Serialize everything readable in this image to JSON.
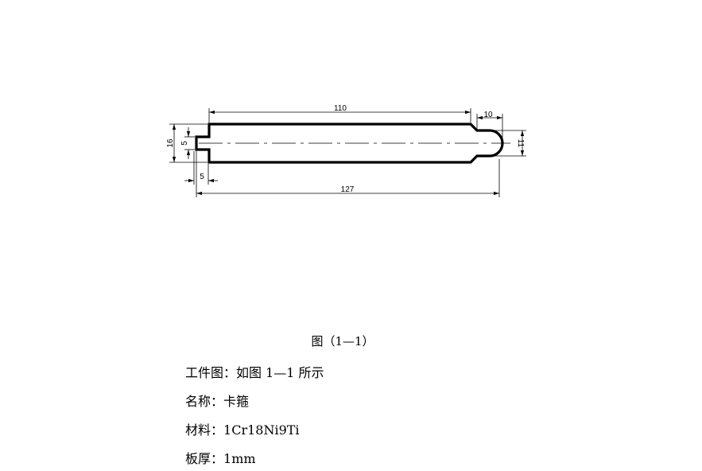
{
  "dimensions": {
    "total_length": "127",
    "body_length": "110",
    "tip_length": "10",
    "tip_height": "11",
    "overall_height": "16",
    "slot_height": "5",
    "slot_depth": "5"
  },
  "caption": "图（1—1）",
  "info": [
    {
      "label": "工件图：",
      "value": "如图 1—1 所示"
    },
    {
      "label": "名称：",
      "value": "卡箍"
    },
    {
      "label": "材料：",
      "value": "1Cr18Ni9Ti"
    },
    {
      "label": "板厚：",
      "value": "1mm"
    }
  ]
}
